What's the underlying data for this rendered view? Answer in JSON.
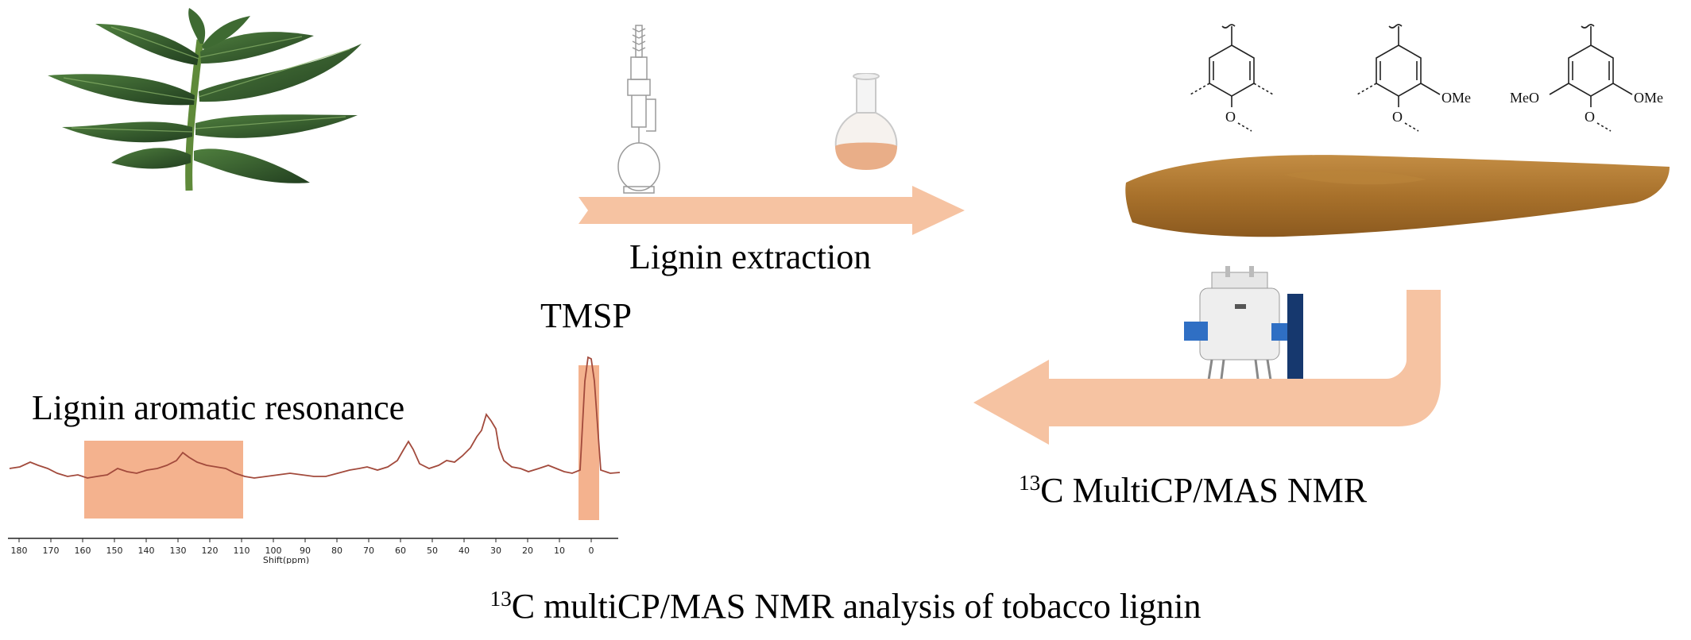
{
  "labels": {
    "extraction": "Lignin extraction",
    "tmsp": "TMSP",
    "aromatic": "Lignin aromatic resonance",
    "nmr_method_sup": "13",
    "nmr_method_text": "C MultiCP/MAS NMR",
    "caption_sup": "13",
    "caption_text": "C multiCP/MAS NMR analysis of tobacco lignin"
  },
  "structures": {
    "right_sub_1": "OMe",
    "left_sub_2": "MeO",
    "right_sub_2": "OMe"
  },
  "spectrum": {
    "axis_label": "Shift(ppm)",
    "ticks": [
      "180",
      "170",
      "160",
      "150",
      "140",
      "130",
      "120",
      "110",
      "100",
      "90",
      "80",
      "70",
      "60",
      "50",
      "40",
      "30",
      "20",
      "10",
      "0"
    ]
  },
  "colors": {
    "arrow": "#f6c3a2",
    "highlight": "#f2a47a",
    "spectrum_line": "#a24a3c",
    "powder": "#b07a34",
    "leaf": "#2f5a2e"
  }
}
